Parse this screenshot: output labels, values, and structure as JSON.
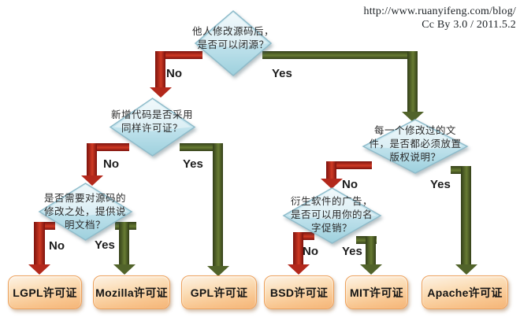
{
  "watermark": {
    "url": "http://www.ruanyifeng.com/blog/",
    "license_line": "Cc By 3.0 / 2011.5.2"
  },
  "diamonds": [
    {
      "id": "closed-source",
      "text": "他人修改源码后，\n是否可以闭源？"
    },
    {
      "id": "same-license",
      "text": "新增代码是否采用\n同样许可证？"
    },
    {
      "id": "document-changes",
      "text": "是否需要对源码的\n修改之处，提供说\n明文档？"
    },
    {
      "id": "advertising",
      "text": "衍生软件的广告，\n是否可以用你的名\n字促销？"
    },
    {
      "id": "copyright-notice",
      "text": "每一个修改过的文\n件，是否都必须放置\n版权说明？"
    }
  ],
  "edges": [
    {
      "from": "closed-source",
      "to": "same-license",
      "answer": "No"
    },
    {
      "from": "closed-source",
      "to": "copyright-notice",
      "answer": "Yes"
    },
    {
      "from": "same-license",
      "to": "document-changes",
      "answer": "No"
    },
    {
      "from": "same-license",
      "to": "gpl",
      "answer": "Yes"
    },
    {
      "from": "document-changes",
      "to": "lgpl",
      "answer": "No"
    },
    {
      "from": "document-changes",
      "to": "mozilla",
      "answer": "Yes"
    },
    {
      "from": "copyright-notice",
      "to": "advertising",
      "answer": "No"
    },
    {
      "from": "copyright-notice",
      "to": "apache",
      "answer": "Yes"
    },
    {
      "from": "advertising",
      "to": "bsd",
      "answer": "No"
    },
    {
      "from": "advertising",
      "to": "mit",
      "answer": "Yes"
    }
  ],
  "licenses": [
    {
      "id": "lgpl",
      "label": "LGPL许可证"
    },
    {
      "id": "mozilla",
      "label": "Mozilla许可证"
    },
    {
      "id": "gpl",
      "label": "GPL许可证"
    },
    {
      "id": "bsd",
      "label": "BSD许可证"
    },
    {
      "id": "mit",
      "label": "MIT许可证"
    },
    {
      "id": "apache",
      "label": "Apache许可证"
    }
  ],
  "colors": {
    "no_arrow": "#c1271a",
    "yes_arrow": "#5a6c2c",
    "diamond_fill": "#b9dde9",
    "box_fill": "#f8c189"
  }
}
